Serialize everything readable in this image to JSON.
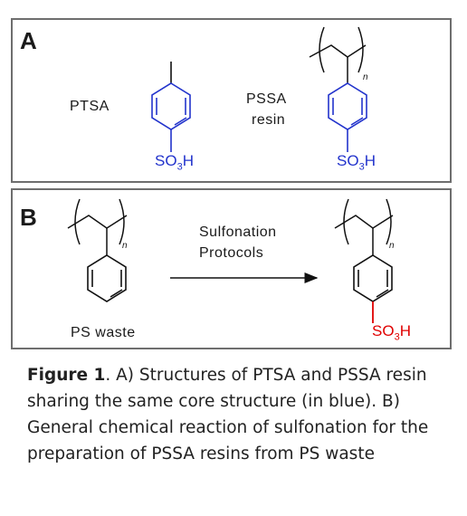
{
  "panel_a": {
    "label": "A",
    "ptsa_label": "PTSA",
    "pssa_label_line1": "PSSA",
    "pssa_label_line2": "resin",
    "ptsa_group": {
      "main": "SO",
      "sub": "3",
      "tail": "H"
    },
    "pssa_group": {
      "main": "SO",
      "sub": "3",
      "tail": "H"
    },
    "repeat_subscript": "n",
    "core_color": "#2233cc"
  },
  "panel_b": {
    "label": "B",
    "arrow_label_line1": "Sulfonation",
    "arrow_label_line2": "Protocols",
    "ps_label": "PS waste",
    "product_group": {
      "main": "SO",
      "sub": "3",
      "tail": "H"
    },
    "repeat_subscript_left": "n",
    "repeat_subscript_right": "n",
    "new_group_color": "#e00000"
  },
  "caption": {
    "bold": "Figure 1",
    "text": ". A) Structures of PTSA and PSSA resin sharing the same core structure (in blue). B) General chemical reaction of sulfonation for the preparation of PSSA resins from PS waste"
  }
}
